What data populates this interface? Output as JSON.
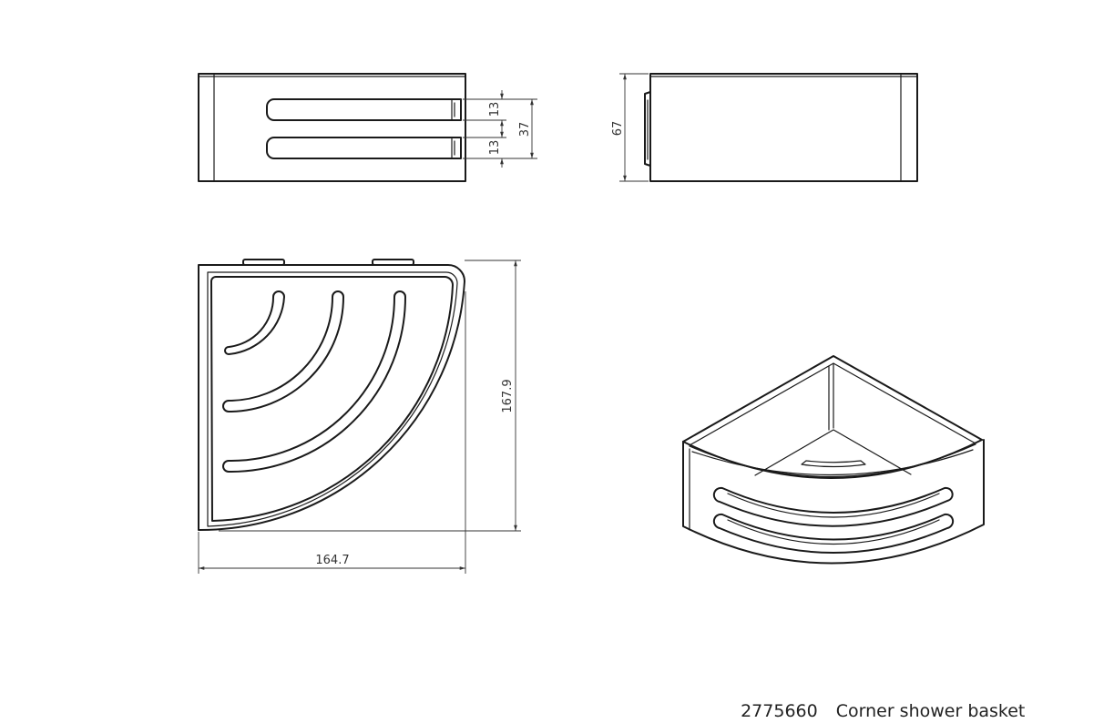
{
  "product": {
    "code": "2775660",
    "name": "Corner shower basket"
  },
  "dimensions": {
    "slot_height_1": "13",
    "slot_height_2": "13",
    "slot_span": "37",
    "height": "67",
    "depth": "167.9",
    "width": "164.7"
  }
}
